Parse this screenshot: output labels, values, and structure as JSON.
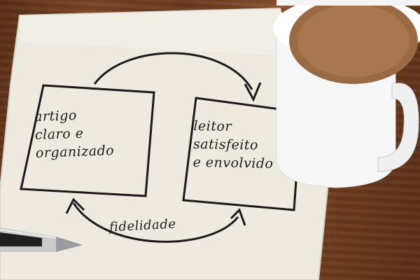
{
  "napkin_diagram": {
    "box_left": [
      "artigo",
      "claro e",
      "organizado"
    ],
    "box_right": [
      "leitor",
      "satisfeito",
      "e envolvido"
    ],
    "loop_label": "fidelidade"
  }
}
